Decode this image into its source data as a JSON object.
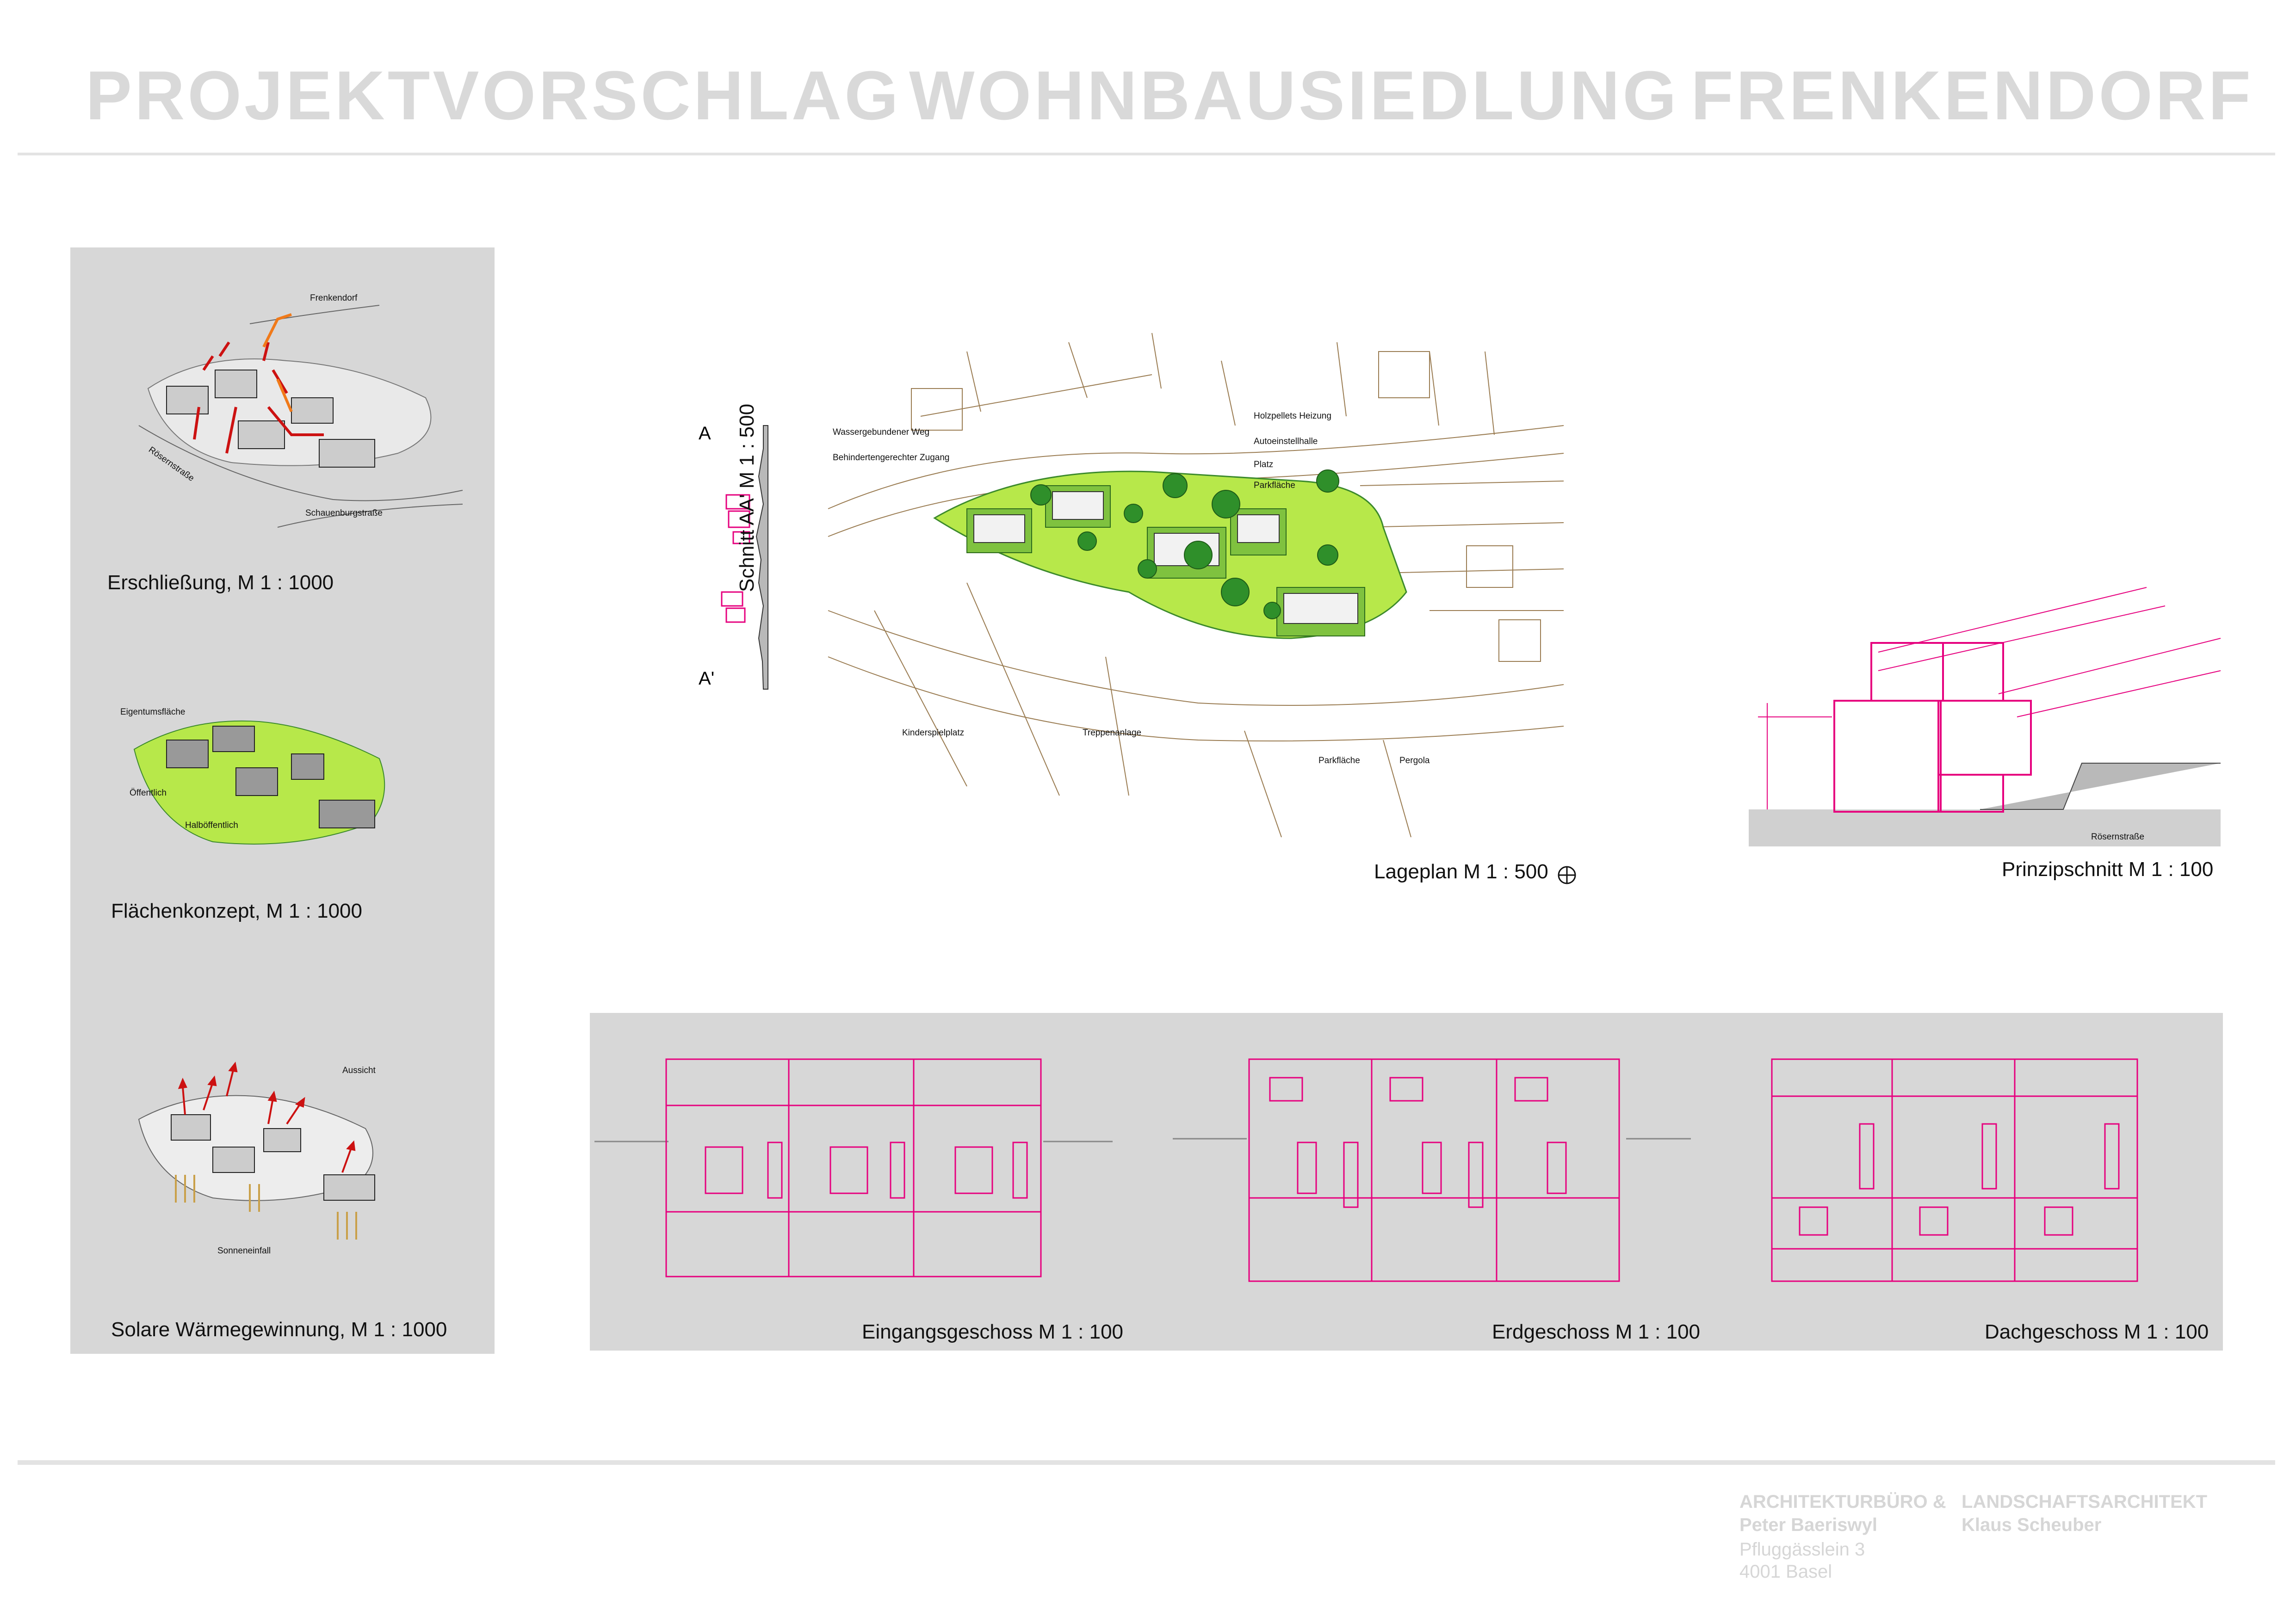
{
  "title": {
    "word1": "PROJEKTVORSCHLAG",
    "word2": "WOHNBAUSIEDLUNG",
    "word3": "FRENKENDORF"
  },
  "left_panel": {
    "erschliessung": {
      "caption": "Erschließung, M 1 : 1000",
      "labels": {
        "frenkendorf": "Frenkendorf",
        "roesernstrasse": "Rösernstraße",
        "schauenburgstrasse": "Schauenburgstraße"
      }
    },
    "flaechenkonzept": {
      "caption": "Flächenkonzept, M 1 : 1000",
      "labels": {
        "eigentum": "Eigentumsfläche",
        "oeffentlich": "Öffentlich",
        "halboeffentlich": "Halböffentlich"
      }
    },
    "solar": {
      "caption": "Solare Wärmegewinnung, M 1 : 1000",
      "labels": {
        "aussicht": "Aussicht",
        "sonneneinfall": "Sonneneinfall"
      }
    }
  },
  "schnitt": {
    "caption": "Schnitt AA' M 1 : 500",
    "marker_top": "A",
    "marker_bottom": "A'"
  },
  "lageplan": {
    "caption": "Lageplan M 1 : 500",
    "labels": {
      "wassergebunden": "Wassergebundener Weg",
      "behindert": "Behindertengerechter Zugang",
      "holzpellets": "Holzpellets Heizung",
      "autoeinstell": "Autoeinstellhalle",
      "platz": "Platz",
      "parkflaeche_top": "Parkfläche",
      "kinderspiel": "Kinderspielplatz",
      "treppen": "Treppenanlage",
      "parkflaeche_bottom": "Parkfläche",
      "pergola": "Pergola"
    }
  },
  "prinzipschnitt": {
    "caption": "Prinzipschnitt M 1 : 100",
    "labels": {
      "roesernstrasse": "Rösernstraße"
    }
  },
  "floorplans": {
    "eingang": {
      "caption": "Eingangsgeschoss M 1 : 100"
    },
    "erd": {
      "caption": "Erdgeschoss  M 1 : 100"
    },
    "dach": {
      "caption": "Dachgeschoss M 1 : 100"
    }
  },
  "footer": {
    "office1_line1": "ARCHITEKTURBÜRO &",
    "office1_line2": "Peter Baeriswyl",
    "office1_line3": "Pfluggässlein 3",
    "office1_line4": "4001 Basel",
    "office2_line1": "LANDSCHAFTSARCHITEKT",
    "office2_line2": "Klaus Scheuber"
  },
  "colors": {
    "title_grey": "#d9d9d9",
    "panel_grey": "#d7d7d7",
    "green_light": "#b7e84a",
    "green_mid": "#7fc23f",
    "green_dark": "#3c8a2c",
    "magenta": "#e6007e",
    "contour_brown": "#9a7c52",
    "red_arrow": "#cc1111",
    "orange_arrow": "#f07a1a"
  }
}
